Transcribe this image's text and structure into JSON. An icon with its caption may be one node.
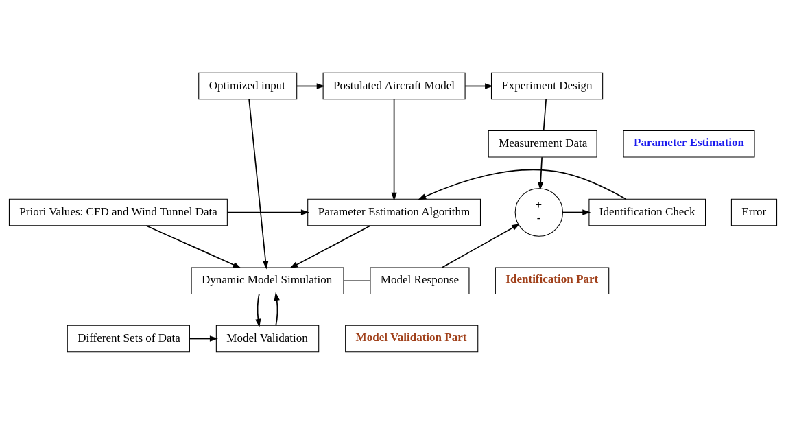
{
  "diagram": {
    "nodes": [
      {
        "text": [
          "Optimized input"
        ]
      },
      {
        "text": [
          "Postulated Aircraft Model"
        ]
      },
      {
        "text": [
          "Experiment Design"
        ]
      },
      {
        "text": [
          "Parameter Estimation"
        ]
      },
      {
        "text": [
          "Measurement Data"
        ]
      },
      {
        "text": [
          "Priori Values: CFD and Wind Tunnel Data"
        ]
      },
      {
        "text": [
          "Parameter Estimation Algorithm"
        ]
      },
      {
        "text": [
          "Identification Check"
        ]
      },
      {
        "text": [
          "Error"
        ]
      },
      {
        "text": [
          "+",
          "-"
        ]
      },
      {
        "text": [
          "Dynamic Model Simulation"
        ]
      },
      {
        "text": [
          "Model Response"
        ]
      },
      {
        "text": [
          "Identification Part"
        ]
      },
      {
        "text": [
          "Different Sets of Data"
        ]
      },
      {
        "text": [
          "Model Validation"
        ]
      },
      {
        "text": [
          "Model Validation Part"
        ]
      }
    ],
    "edges": [
      {
        "from": 0,
        "to": 1,
        "arrow": "to"
      },
      {
        "from": 0,
        "to": 10,
        "arrow": "to"
      },
      {
        "from": 1,
        "to": 2,
        "arrow": "to"
      },
      {
        "from": 2,
        "to": 4,
        "arrow": "none"
      },
      {
        "from": 4,
        "to": 9,
        "arrow": "to"
      },
      {
        "from": 1,
        "to": 6,
        "arrow": "to"
      },
      {
        "from": 9,
        "to": 7,
        "arrow": "to"
      },
      {
        "from": 7,
        "to": 6,
        "arrow": "to"
      },
      {
        "from": 5,
        "to": 6,
        "arrow": "to"
      },
      {
        "from": 5,
        "to": 10,
        "arrow": "to"
      },
      {
        "from": 6,
        "to": 10,
        "arrow": "to"
      },
      {
        "from": 10,
        "to": 11,
        "arrow": "none"
      },
      {
        "from": 11,
        "to": 9,
        "arrow": "to"
      },
      {
        "from": 10,
        "to": 14,
        "arrow": "to"
      },
      {
        "from": 14,
        "to": 10,
        "arrow": "to"
      },
      {
        "from": 13,
        "to": 14,
        "arrow": "to"
      }
    ]
  }
}
